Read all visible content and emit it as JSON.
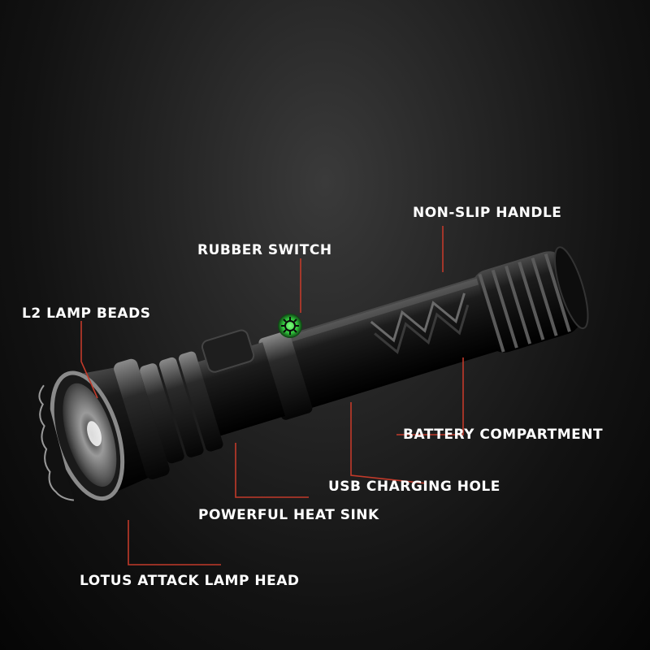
{
  "labels": {
    "non_slip_handle": "NON-SLIP HANDLE",
    "rubber_switch": "RUBBER SWITCH",
    "l2_lamp_beads": "L2 LAMP BEADS",
    "battery_compartment": "BATTERY COMPARTMENT",
    "usb_charging_hole": "USB CHARGING HOLE",
    "powerful_heat_sink": "POWERFUL HEAT SINK",
    "lotus_attack_lamp_head": "LOTUS ATTACK LAMP HEAD"
  },
  "colors": {
    "leader_line": "#c23a2a",
    "label_text": "#ffffff",
    "switch_glow": "#39e04a",
    "flashlight_body": "#151515"
  },
  "icons": {
    "switch_symbol": "power-gear-icon"
  }
}
